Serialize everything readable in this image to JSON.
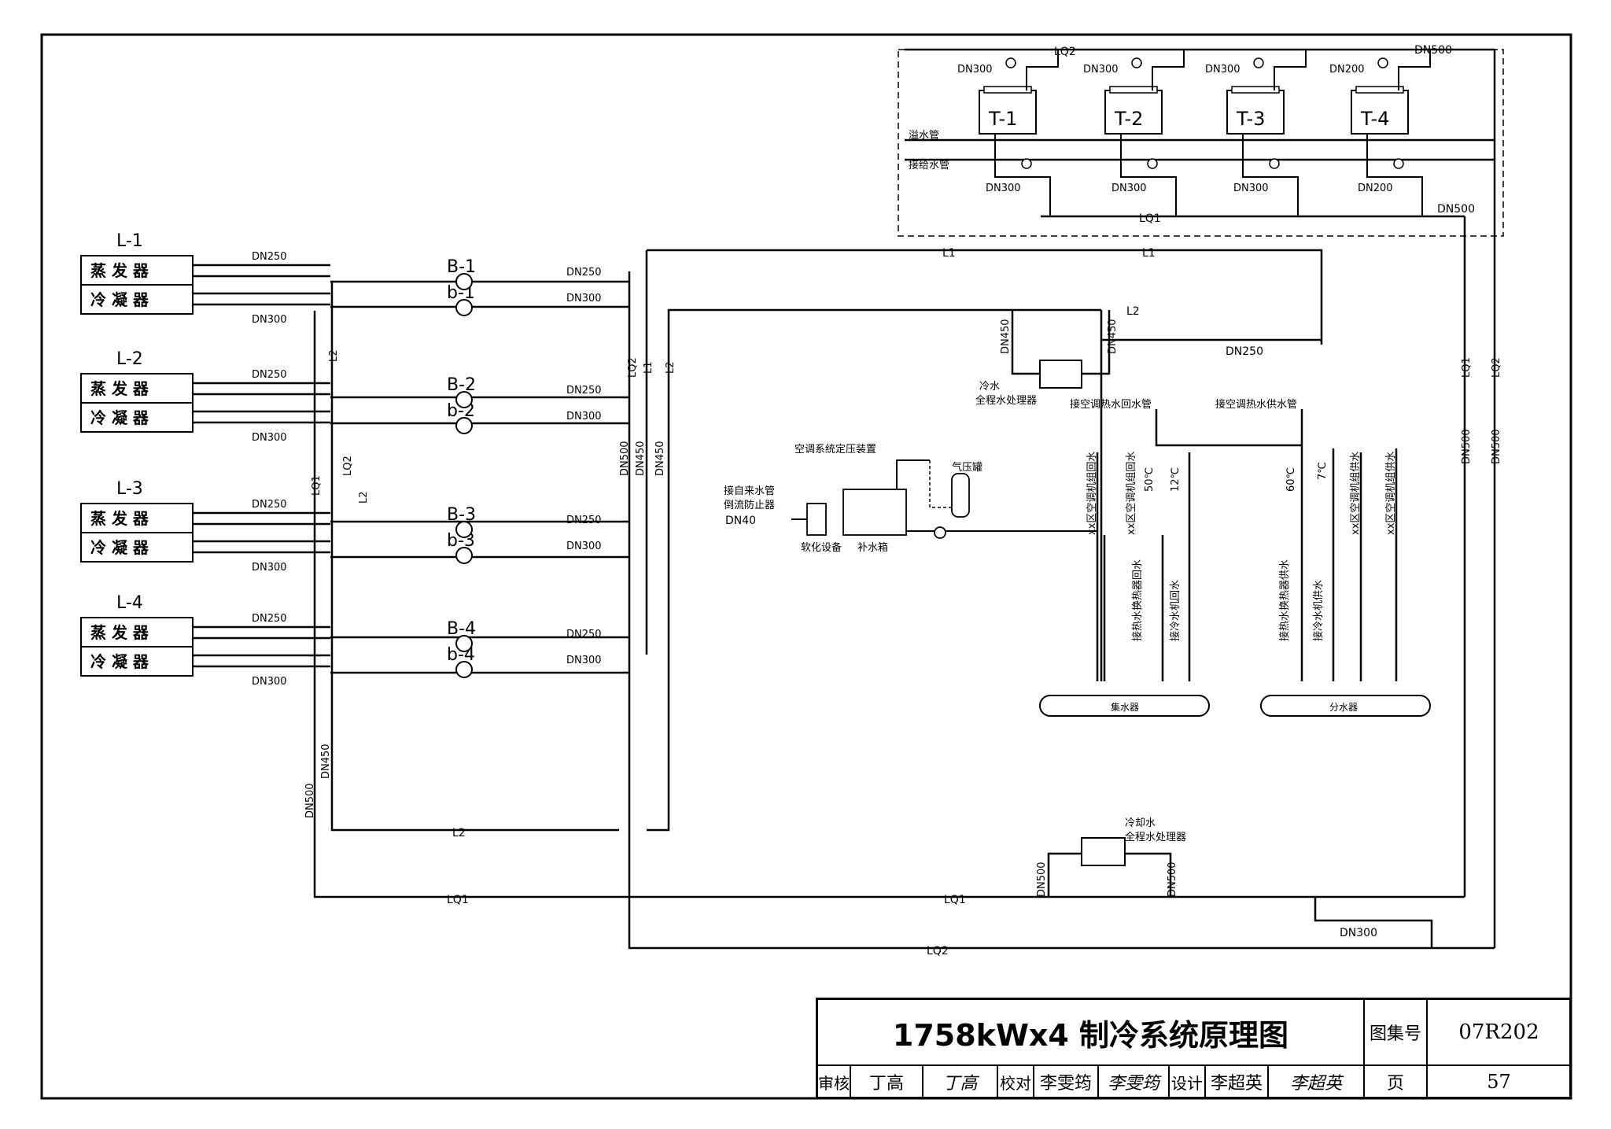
{
  "title_block": {
    "title": "1758kWx4 制冷系统原理图",
    "atlas_label": "图集号",
    "atlas_no": "07R202",
    "review_label": "审核",
    "reviewer": "丁高",
    "reviewer_sig": "丁高",
    "check_label": "校对",
    "checker": "李雯筠",
    "checker_sig": "李雯筠",
    "design_label": "设计",
    "designer": "李超英",
    "designer_sig": "李超英",
    "page_label": "页",
    "page_no": "57"
  },
  "chillers": [
    {
      "name": "L-1",
      "evap": "蒸 发 器",
      "cond": "冷 凝 器",
      "dn_evap": "DN250",
      "dn_cond": "DN300"
    },
    {
      "name": "L-2",
      "evap": "蒸 发 器",
      "cond": "冷 凝 器",
      "dn_evap": "DN250",
      "dn_cond": "DN300"
    },
    {
      "name": "L-3",
      "evap": "蒸 发 器",
      "cond": "冷 凝 器",
      "dn_evap": "DN250",
      "dn_cond": "DN300"
    },
    {
      "name": "L-4",
      "evap": "蒸 发 器",
      "cond": "冷 凝 器",
      "dn_evap": "DN250",
      "dn_cond": "DN300"
    }
  ],
  "pumps": [
    {
      "chw": "B-1",
      "cw": "b-1",
      "dn_chw": "DN250",
      "dn_cw": "DN300"
    },
    {
      "chw": "B-2",
      "cw": "b-2",
      "dn_chw": "DN250",
      "dn_cw": "DN300"
    },
    {
      "chw": "B-3",
      "cw": "b-3",
      "dn_chw": "DN250",
      "dn_cw": "DN300"
    },
    {
      "chw": "B-4",
      "cw": "b-4",
      "dn_chw": "DN250",
      "dn_cw": "DN300"
    }
  ],
  "towers": [
    {
      "name": "T-1",
      "dn_top": "DN300",
      "dn_bot": "DN300"
    },
    {
      "name": "T-2",
      "dn_top": "DN300",
      "dn_bot": "DN300"
    },
    {
      "name": "T-3",
      "dn_top": "DN300",
      "dn_bot": "DN300"
    },
    {
      "name": "T-4",
      "dn_top": "DN200",
      "dn_bot": "DN200"
    }
  ],
  "labels": {
    "overflow": "溢水管",
    "makeup": "接给水管",
    "lq2": "LQ2",
    "lq1": "LQ1",
    "l1": "L1",
    "l2": "L2",
    "dn500": "DN500",
    "dn450": "DN450",
    "dn300": "DN300",
    "dn250": "DN250",
    "dn40": "DN40",
    "chw_treat_1": "冷水",
    "chw_treat_2": "全程水处理器",
    "cw_treat_1": "冷却水",
    "cw_treat_2": "全程水处理器",
    "hot_return": "接空调热水回水管",
    "hot_supply": "接空调热水供水管",
    "pressurization": "空调系统定压装置",
    "air_tank": "气压罐",
    "tap_water_1": "接自来水管",
    "tap_water_2": "倒流防止器",
    "softener": "软化设备",
    "makeup_tank": "补水箱",
    "collector": "集水器",
    "distributor": "分水器",
    "r1": "xx区空调机组回水",
    "r2": "xx区空调机组回水",
    "r3": "接热水换热器回水",
    "r4": "接冷水机回水",
    "t50": "50℃",
    "t12": "12℃",
    "s1": "接热水换热器供水",
    "s2": "接冷水机供水",
    "s3": "xx区空调机组供水",
    "s4": "xx区空调机组供水",
    "t60": "60℃",
    "t7": "7℃"
  }
}
